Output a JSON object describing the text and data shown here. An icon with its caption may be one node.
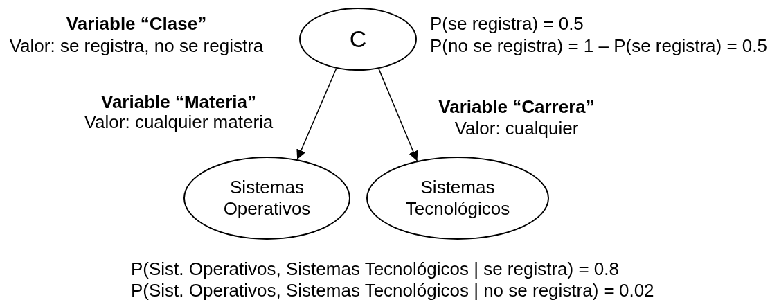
{
  "diagram": {
    "nodes": [
      {
        "text": [
          "C"
        ]
      },
      {
        "text": [
          "Sistemas Operativos"
        ]
      },
      {
        "text": [
          "Sistemas Tecnológicos"
        ]
      }
    ],
    "edges": [
      {
        "from": 0,
        "to": 1,
        "arrow": "to"
      },
      {
        "from": 0,
        "to": 2,
        "arrow": "to"
      }
    ],
    "labels": [
      "Variable “Clase”",
      "Valor: se registra, no se registra",
      "P(se registra) = 0.5",
      "P(no se registra) = 1 – P(se registra) = 0.5",
      "Variable “Materia”",
      "Valor: cualquier materia",
      "Variable “Carrera”",
      "Valor: cualquier",
      "P(Sist. Operativos, Sistemas Tecnológicos | se registra) = 0.8",
      "P(Sist. Operativos, Sistemas Tecnológicos | no se registra) = 0.02"
    ]
  }
}
